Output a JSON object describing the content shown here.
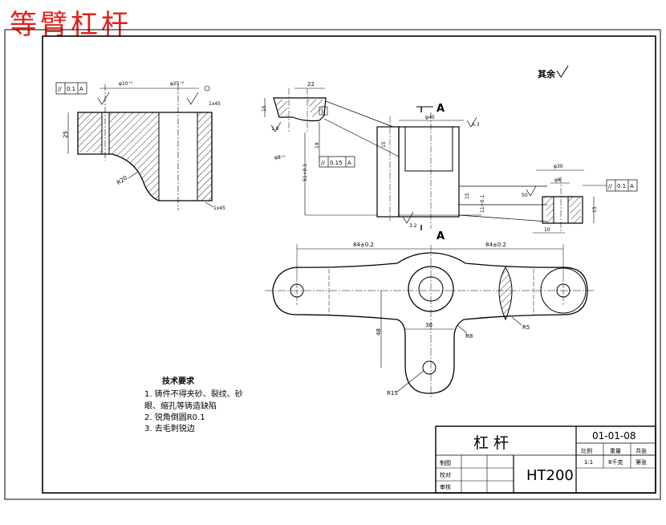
{
  "header": {
    "title": "等臂杠杆"
  },
  "roughness_note": "其余",
  "dims": {
    "d_phi10": "φ10⁺⁰",
    "d_phi25": "φ25⁺⁰",
    "d_1x45_top": "1x45",
    "d_25_left": "25",
    "d_R20": "R20",
    "d_1x45_bot": "1x45",
    "d_22": "22",
    "d_15_mid": "15",
    "d_5": "5",
    "d_phi40": "φ40",
    "d_15_side": "15",
    "d_height": "51+0.1",
    "d_19": "19",
    "d_phi8": "φ8⁺⁰",
    "d_50": "50",
    "d_phi30": "φ30",
    "d_phi8_r": "φ8",
    "d_15_r": "15",
    "d_10": "10",
    "d_15_b": "15",
    "d_11": "11+0.1",
    "d_84_left": "84±0.2",
    "d_84_right": "84±0.2",
    "d_48": "48",
    "d_30": "30",
    "d_R8": "R8",
    "d_R5": "R5",
    "d_R15": "R15",
    "ra_3_2": "3.2",
    "ra_6_3": "6.3",
    "ra_1_6": "1.6",
    "section_A_top": "A",
    "section_A_bottom": "A"
  },
  "tolerances": {
    "left": {
      "symbol": "//",
      "value": "0.1",
      "datum": "A"
    },
    "mid": {
      "symbol": "//",
      "value": "0.15",
      "datum": "A"
    },
    "right": {
      "symbol": "//",
      "value": "0.1",
      "datum": "A"
    }
  },
  "notes": {
    "heading": "技术要求",
    "items": [
      "1. 铸件不得夹砂、裂纹、砂",
      "眼、缩孔等铸造缺陷",
      "2. 锐角倒圆R0.1",
      "3. 去毛刺锐边"
    ]
  },
  "title_block": {
    "part_name": "杠  杆",
    "drawing_no": "01-01-08",
    "material": "HT200",
    "hdr_scale": "比例",
    "hdr_weight": "重量",
    "hdr_sheet": "共张",
    "val_scale": "1:1",
    "val_weight": "8千克",
    "val_sheet": "第张",
    "row_draw": "制图",
    "row_check": "校对",
    "row_audit": "审核"
  }
}
